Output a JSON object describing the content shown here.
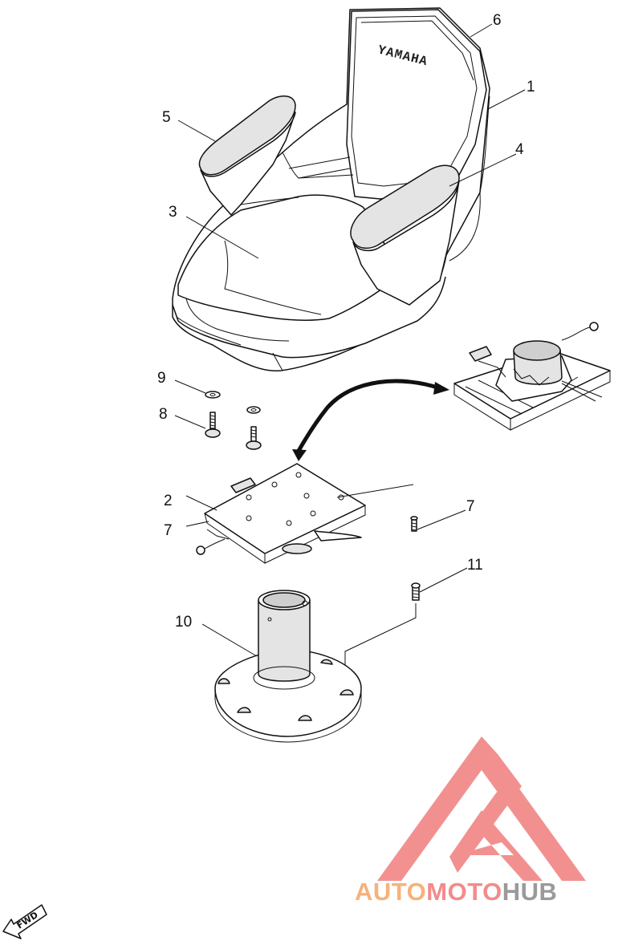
{
  "diagram": {
    "seat_brand_text": "YAMAHA",
    "callouts": [
      {
        "id": "c1",
        "label": "1"
      },
      {
        "id": "c2",
        "label": "2"
      },
      {
        "id": "c3",
        "label": "3"
      },
      {
        "id": "c4",
        "label": "4"
      },
      {
        "id": "c5",
        "label": "5"
      },
      {
        "id": "c6",
        "label": "6"
      },
      {
        "id": "c7a",
        "label": "7"
      },
      {
        "id": "c7b",
        "label": "7"
      },
      {
        "id": "c8",
        "label": "8"
      },
      {
        "id": "c9",
        "label": "9"
      },
      {
        "id": "c10",
        "label": "10"
      },
      {
        "id": "c11",
        "label": "11"
      }
    ],
    "direction_marker": "FWD"
  },
  "watermark": {
    "part_auto": "AUTO",
    "part_moto": "MOTO",
    "part_hub": "HUB",
    "colors": {
      "logo": "#f28b8b",
      "auto": "#f6b27a",
      "moto": "#f28b8b",
      "hub": "#9a9a9a"
    }
  }
}
